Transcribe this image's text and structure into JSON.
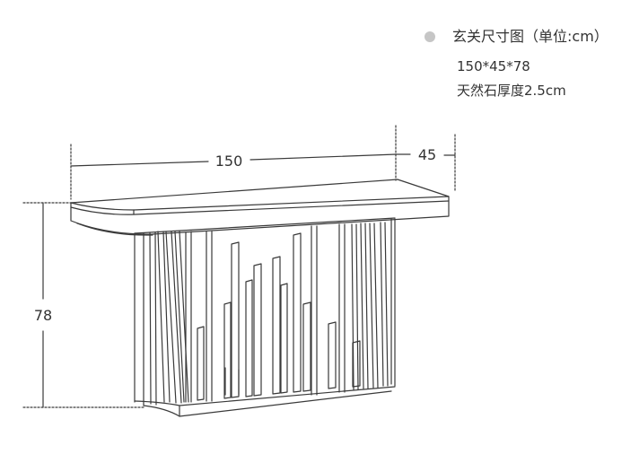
{
  "legend": {
    "title": "玄关尺寸图（单位:cm）",
    "dimensions": "150*45*78",
    "stone_thickness": "天然石厚度2.5cm",
    "dot_color": "#c6c6c6"
  },
  "dimensions": {
    "width": "150",
    "depth": "45",
    "height": "78"
  },
  "colors": {
    "line": "#3a3a3a",
    "text": "#333333"
  }
}
